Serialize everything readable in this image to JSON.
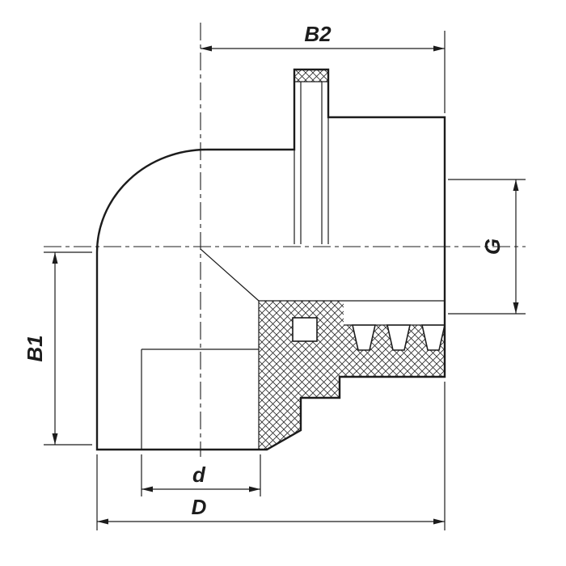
{
  "page": {
    "background": "#ffffff"
  },
  "drawing": {
    "type": "technical-dimension-drawing",
    "subject": "90-degree elbow pipe fitting with female threaded brass insert, half-section view",
    "colors": {
      "line": "#1c1c1c",
      "background": "#ffffff"
    },
    "dimension_labels": {
      "top_width": "B2",
      "right_thread": "G",
      "left_height": "B1",
      "bottom_inner_diameter": "d",
      "bottom_outer_diameter": "D"
    }
  }
}
